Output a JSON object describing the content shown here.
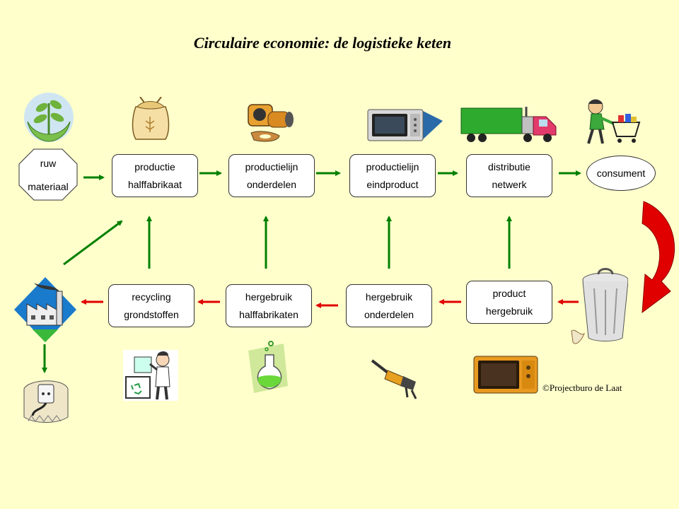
{
  "title": "Circulaire economie: de logistieke keten",
  "nodes": {
    "raw_material": [
      "ruw",
      "materiaal"
    ],
    "production_semi": [
      "productie",
      "halffabrikaat"
    ],
    "production_line_parts": [
      "productielijn",
      "onderdelen"
    ],
    "production_line_end": [
      "productielijn",
      "eindproduct"
    ],
    "distribution": [
      "distributie",
      "netwerk"
    ],
    "consumer": "consument",
    "recycling": [
      "recycling",
      "grondstoffen"
    ],
    "reuse_semi": [
      "hergebruik",
      "halffabrikaten"
    ],
    "reuse_parts": [
      "hergebruik",
      "onderdelen"
    ],
    "product_reuse": [
      "product",
      "hergebruik"
    ]
  },
  "colors": {
    "background": "#ffffcc",
    "forward_arrow": "#008000",
    "return_arrow": "#e00000"
  },
  "icons": [
    "plant-in-hands-icon",
    "flour-sack-icon",
    "machine-part-icon",
    "microwave-icon",
    "truck-icon",
    "shopper-cart-icon",
    "factory-icon",
    "power-socket-icon",
    "recycling-person-icon",
    "chemistry-flask-icon",
    "power-tool-part-icon",
    "orange-microwave-icon",
    "trash-can-icon"
  ],
  "copyright": "©Projectburo de Laat"
}
